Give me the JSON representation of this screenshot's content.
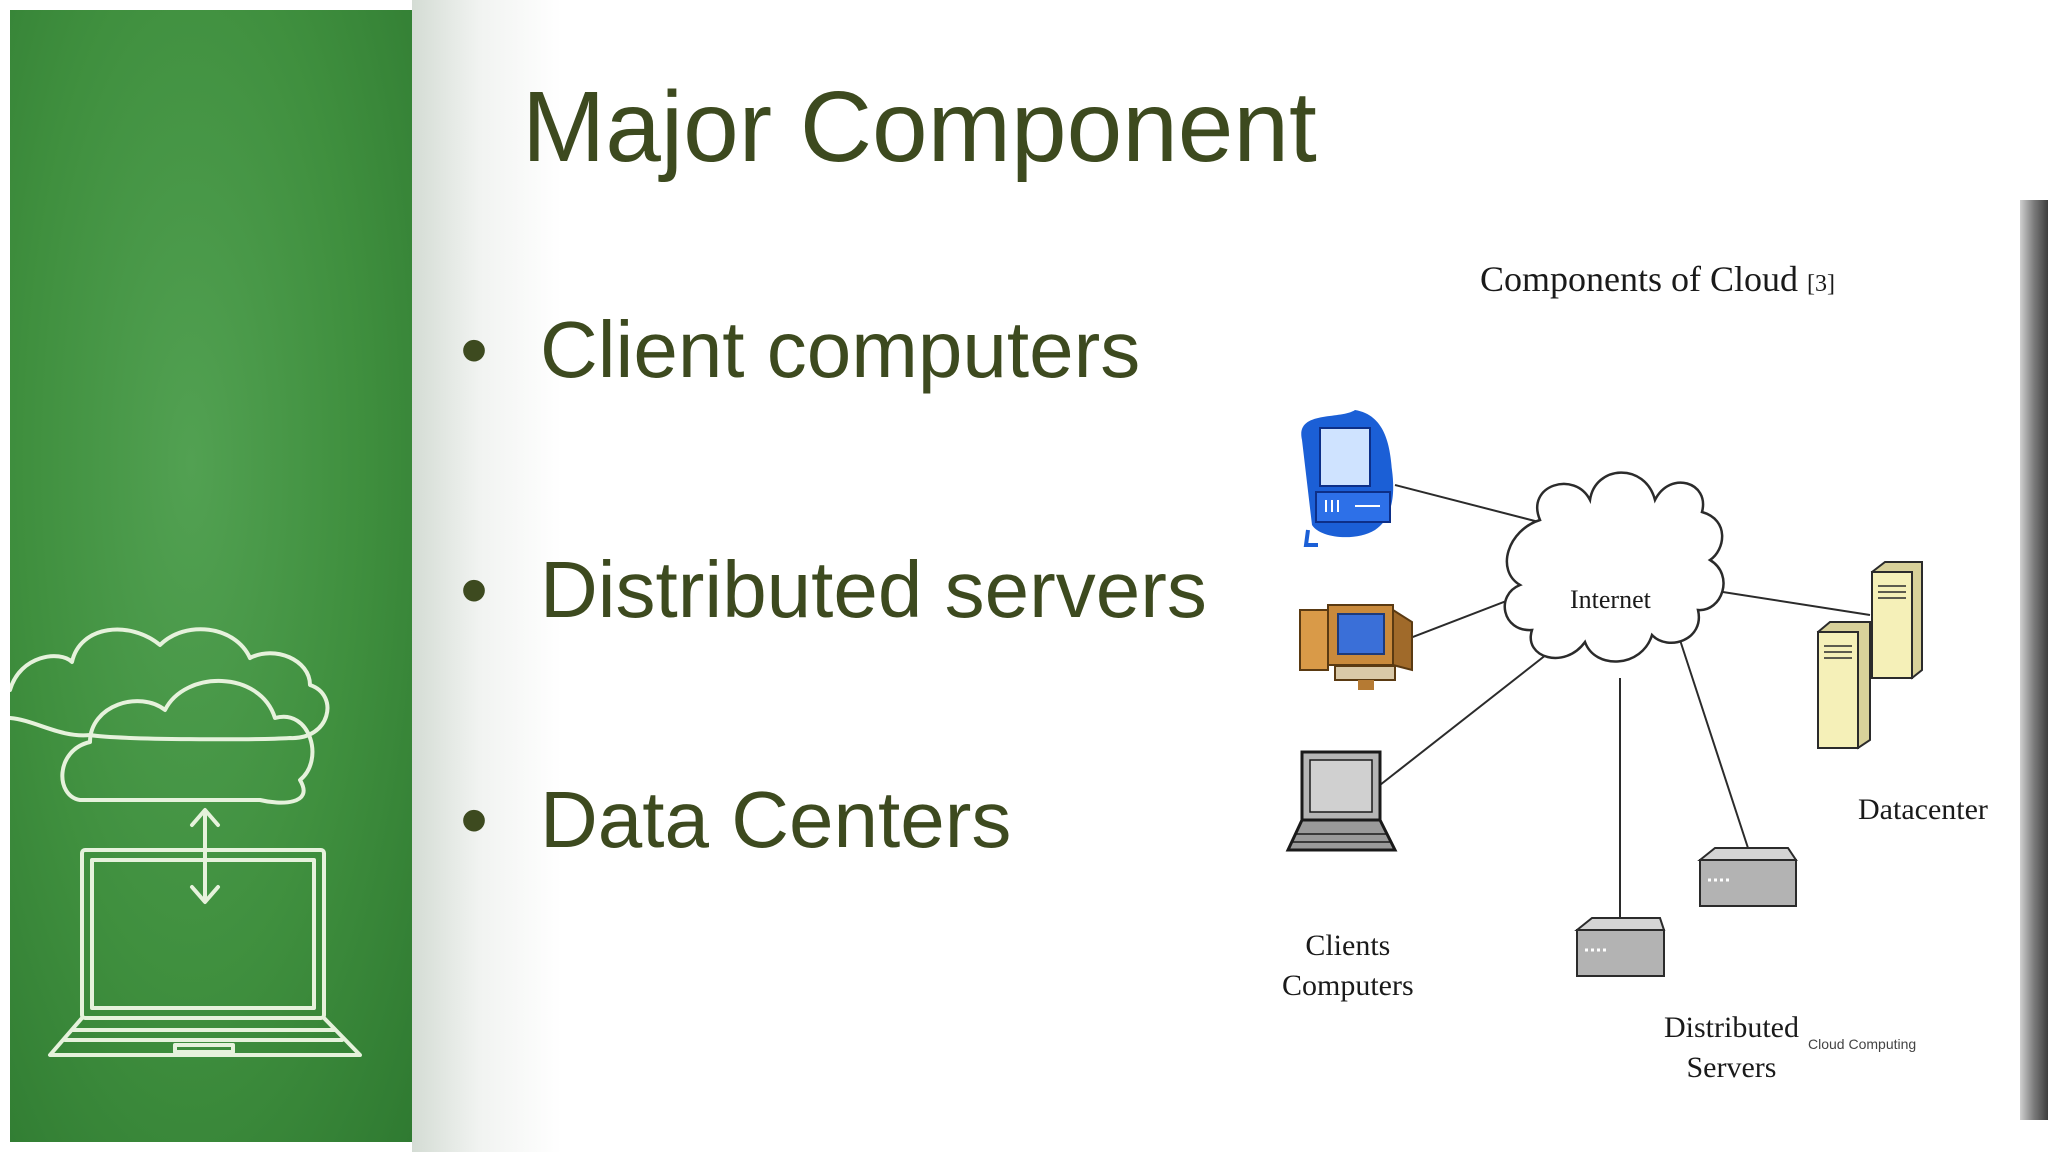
{
  "slide": {
    "title": "Major Component",
    "bullets": [
      {
        "text": "Client computers"
      },
      {
        "text": "Distributed servers"
      },
      {
        "text": "Data Centers"
      }
    ]
  },
  "diagram": {
    "title": "Components of Cloud",
    "title_ref": "[3]",
    "internet_label": "Internet",
    "clients_label_line1": "Clients",
    "clients_label_line2": "Computers",
    "servers_label_line1": "Distributed",
    "servers_label_line2": "Servers",
    "datacenter_label": "Datacenter",
    "footer_note": "Cloud Computing"
  },
  "colors": {
    "title_text": "#3d4a1f",
    "panel_green": "#3f8f3e",
    "sketch_line": "#e6f2dc",
    "server_box": "#b3b3b3",
    "datacenter_tower": "#f5f0b8"
  },
  "icons": [
    "cloud-sketch-icon",
    "laptop-sketch-icon",
    "desktop-computer-icon",
    "monitor-computer-icon",
    "laptop-icon",
    "cloud-icon",
    "server-icon",
    "datacenter-tower-icon"
  ]
}
